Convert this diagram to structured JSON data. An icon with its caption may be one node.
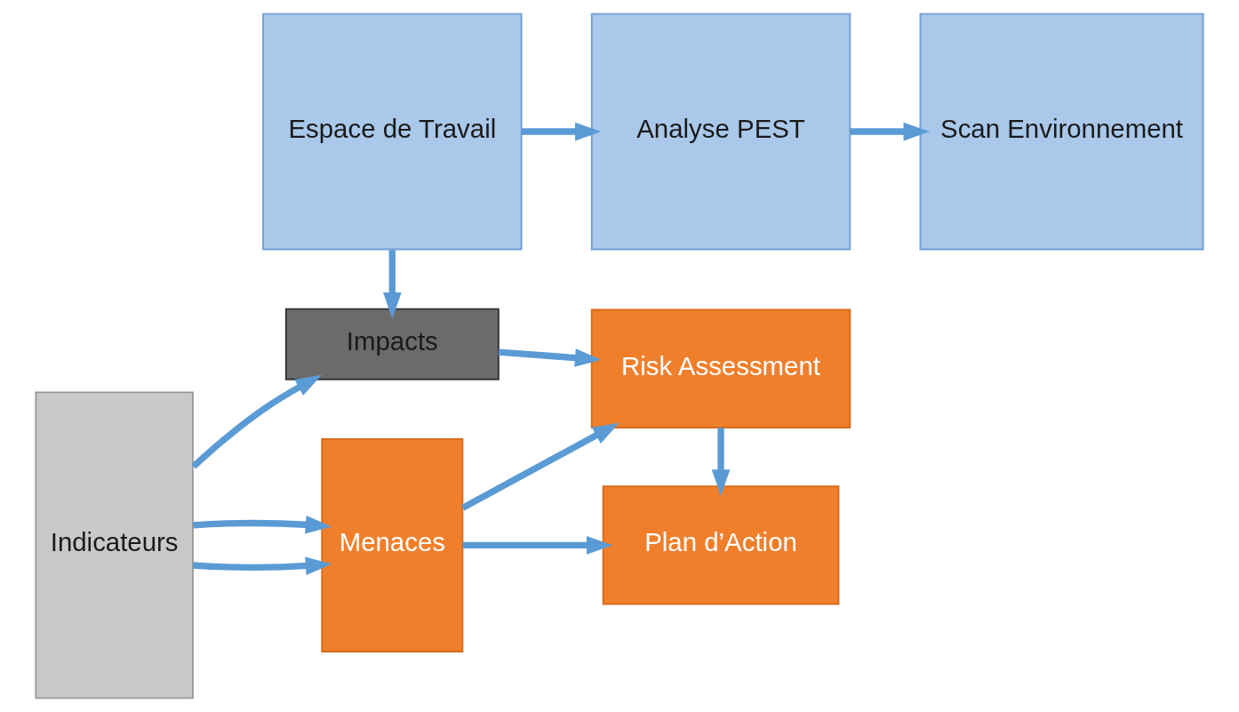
{
  "diagram": {
    "nodes": [
      {
        "text": [
          "Espace de Travail"
        ]
      },
      {
        "text": [
          "Analyse PEST"
        ]
      },
      {
        "text": [
          "Scan Environnement"
        ]
      },
      {
        "text": [
          "Indicateurs"
        ]
      },
      {
        "text": [
          "Menaces"
        ]
      },
      {
        "text": [
          "Risk Assessment"
        ]
      },
      {
        "text": [
          "Impacts"
        ]
      },
      {
        "text": [
          "Plan d’Action"
        ]
      }
    ],
    "edges": [
      {
        "from": 0,
        "to": 1,
        "arrow": "to"
      },
      {
        "from": 1,
        "to": 2,
        "arrow": "to"
      },
      {
        "from": 3,
        "to": 4,
        "arrow": "to"
      },
      {
        "from": 3,
        "to": 4,
        "arrow": "to"
      },
      {
        "from": 4,
        "to": 5,
        "arrow": "to"
      },
      {
        "from": 4,
        "to": 7,
        "arrow": "to"
      },
      {
        "from": 0,
        "to": 6,
        "arrow": "to"
      },
      {
        "from": 3,
        "to": 6,
        "arrow": "to"
      },
      {
        "from": 6,
        "to": 5,
        "arrow": "to"
      },
      {
        "from": 5,
        "to": 7,
        "arrow": "to"
      }
    ]
  }
}
